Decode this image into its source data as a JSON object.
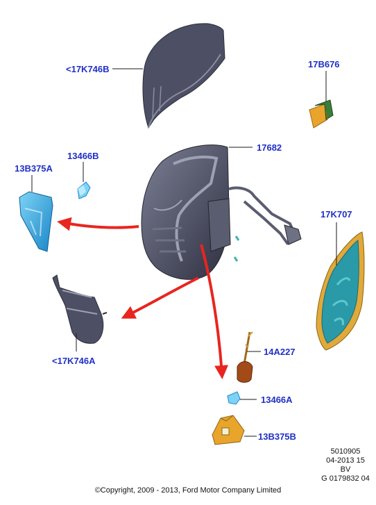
{
  "diagram": {
    "parts": [
      {
        "id": "cover-upper",
        "label": "<17K746B"
      },
      {
        "id": "clip",
        "label": "17B676"
      },
      {
        "id": "housing",
        "label": "17682"
      },
      {
        "id": "bulb-left",
        "label": "13466B"
      },
      {
        "id": "lamp-lens",
        "label": "13B375A"
      },
      {
        "id": "glass",
        "label": "17K707"
      },
      {
        "id": "cover-lower",
        "label": "<17K746A"
      },
      {
        "id": "wire",
        "label": "14A227"
      },
      {
        "id": "bulb-right",
        "label": "13466A"
      },
      {
        "id": "lamp-lower",
        "label": "13B375B"
      }
    ],
    "colors": {
      "label": "#1f2fc7",
      "arrow": "#e8251f",
      "housing": "#4c4f62",
      "lens": "#2aa6e0",
      "glass_frame": "#e0a93a",
      "glass_center": "#2a9aa8",
      "clip": "#3b7d3a",
      "amber": "#e8a42b"
    }
  },
  "meta": {
    "code": "5010905",
    "date": "04-2013 15",
    "variant": "BV",
    "ref": "G 0179832 04"
  },
  "copyright": "©Copyright, 2009 - 2013, Ford Motor Company Limited"
}
